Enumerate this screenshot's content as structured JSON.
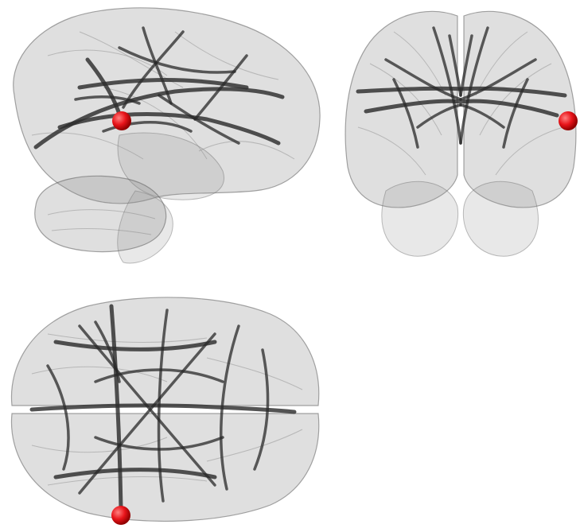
{
  "figure": {
    "views": [
      {
        "id": "sagittal",
        "orientation": "sagittal"
      },
      {
        "id": "coronal",
        "orientation": "coronal"
      },
      {
        "id": "axial",
        "orientation": "axial"
      }
    ],
    "colors": {
      "background": "#ffffff",
      "brain_surface": "#8c8c8c",
      "tract": "#2d2d2d",
      "node": "#e8141a"
    },
    "highlighted_node_color": "red"
  }
}
